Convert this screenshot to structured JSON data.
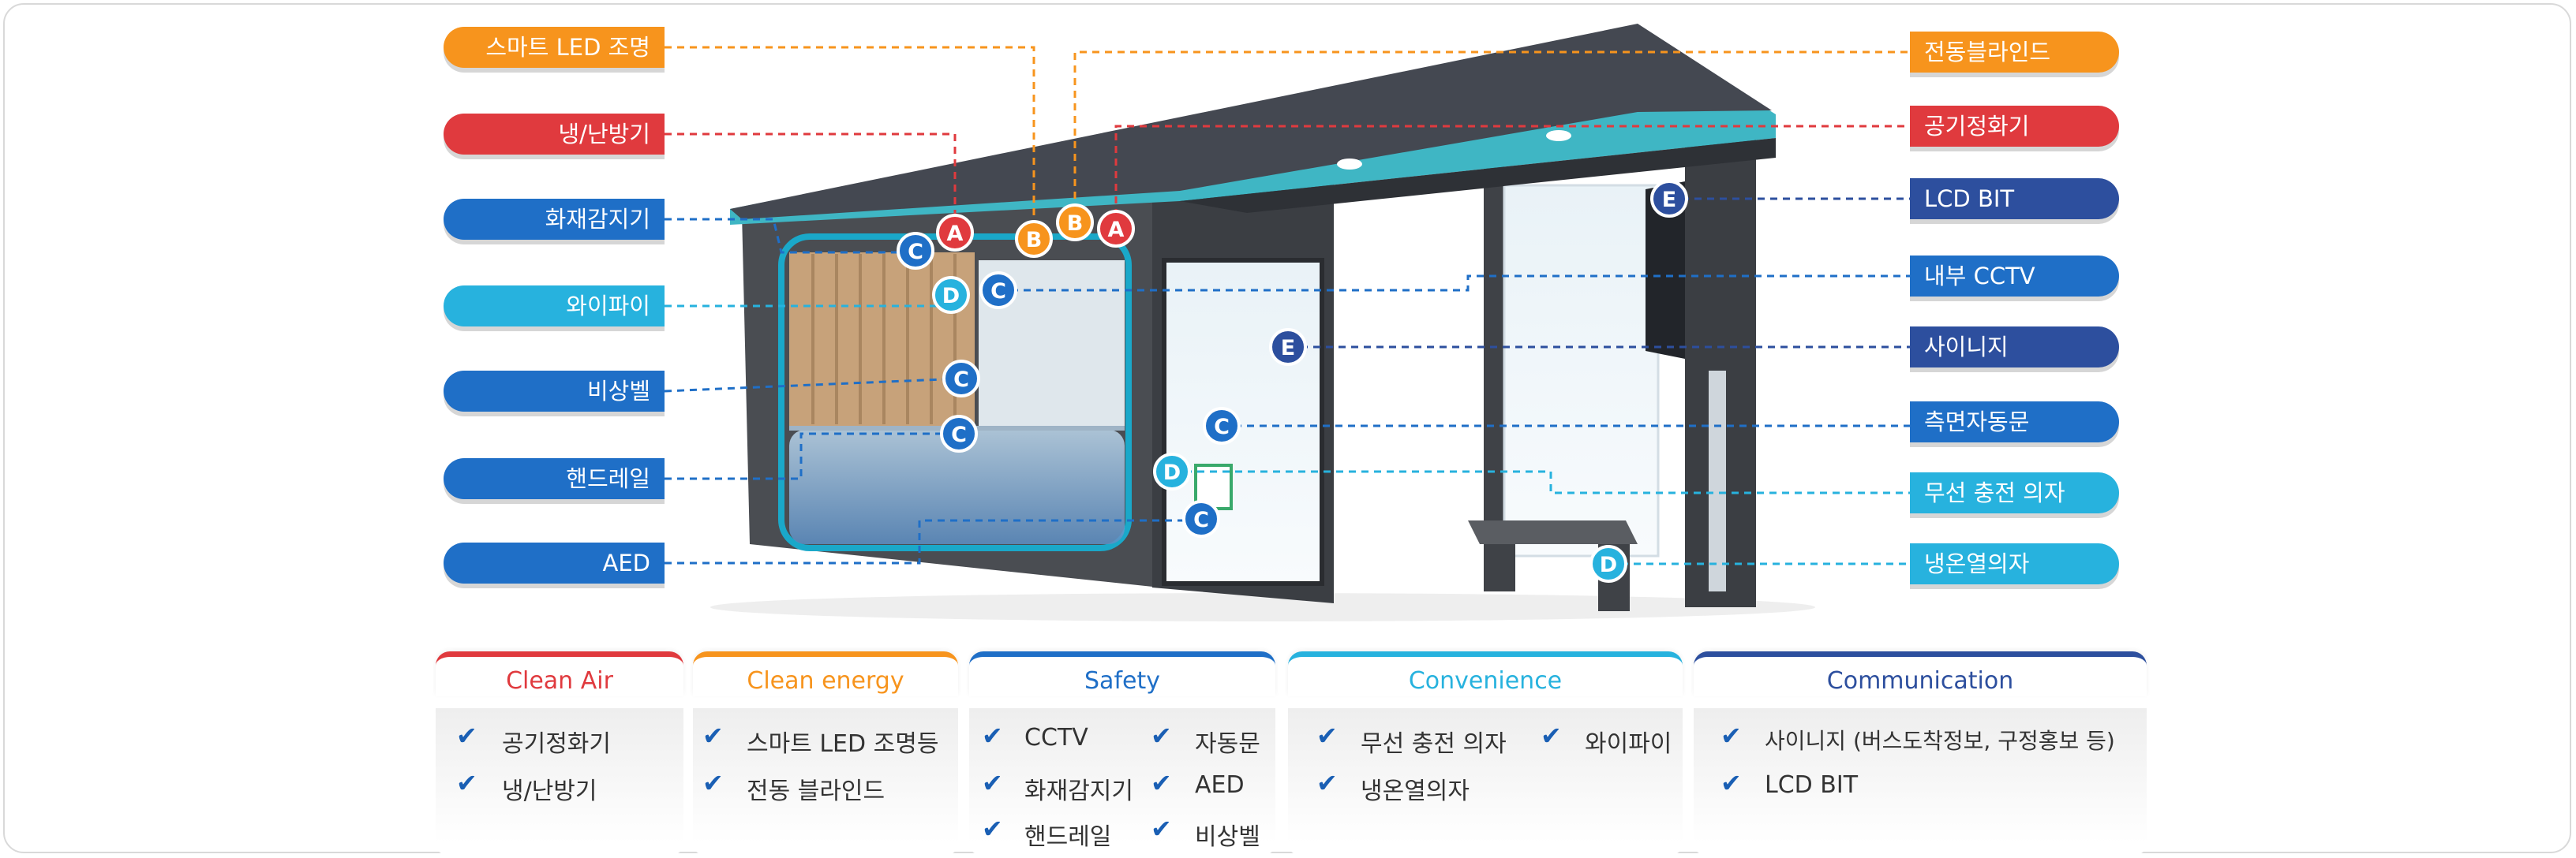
{
  "callouts_left": [
    {
      "label": "스마트 LED 조명",
      "color": "#f7941d"
    },
    {
      "label": "냉/난방기",
      "color": "#e03a3e"
    },
    {
      "label": "화재감지기",
      "color": "#1f6fc7"
    },
    {
      "label": "와이파이",
      "color": "#27b2de"
    },
    {
      "label": "비상벨",
      "color": "#1f6fc7"
    },
    {
      "label": "핸드레일",
      "color": "#1f6fc7"
    },
    {
      "label": "AED",
      "color": "#1f6fc7"
    }
  ],
  "callouts_right": [
    {
      "label": "전동블라인드",
      "color": "#f7941d"
    },
    {
      "label": "공기정화기",
      "color": "#e03a3e"
    },
    {
      "label": "LCD BIT",
      "color": "#2d4f9e"
    },
    {
      "label": "내부 CCTV",
      "color": "#1f6fc7"
    },
    {
      "label": "사이니지",
      "color": "#2d4f9e"
    },
    {
      "label": "측면자동문",
      "color": "#1f6fc7"
    },
    {
      "label": "무선 충전 의자",
      "color": "#27b2de"
    },
    {
      "label": "냉온열의자",
      "color": "#27b2de"
    }
  ],
  "markers": [
    "A",
    "A",
    "B",
    "B",
    "C",
    "C",
    "C",
    "C",
    "C",
    "C",
    "D",
    "D",
    "D",
    "E",
    "E"
  ],
  "categories": [
    {
      "title": "Clean Air",
      "color": "#e03a3e",
      "items": [
        "공기정화기",
        "냉/난방기"
      ]
    },
    {
      "title": "Clean energy",
      "color": "#f7941d",
      "items": [
        "스마트 LED 조명등",
        "전동 블라인드"
      ]
    },
    {
      "title": "Safety",
      "color": "#1f6fc7",
      "items": [
        "CCTV",
        "자동문",
        "화재감지기",
        "AED",
        "핸드레일",
        "비상벨"
      ]
    },
    {
      "title": "Convenience",
      "color": "#27b2de",
      "items": [
        "무선 충전 의자",
        "와이파이",
        "냉온열의자"
      ]
    },
    {
      "title": "Communication",
      "color": "#2d4f9e",
      "items": [
        "사이니지 (버스도착정보, 구정홍보 등)",
        "LCD BIT"
      ]
    }
  ]
}
